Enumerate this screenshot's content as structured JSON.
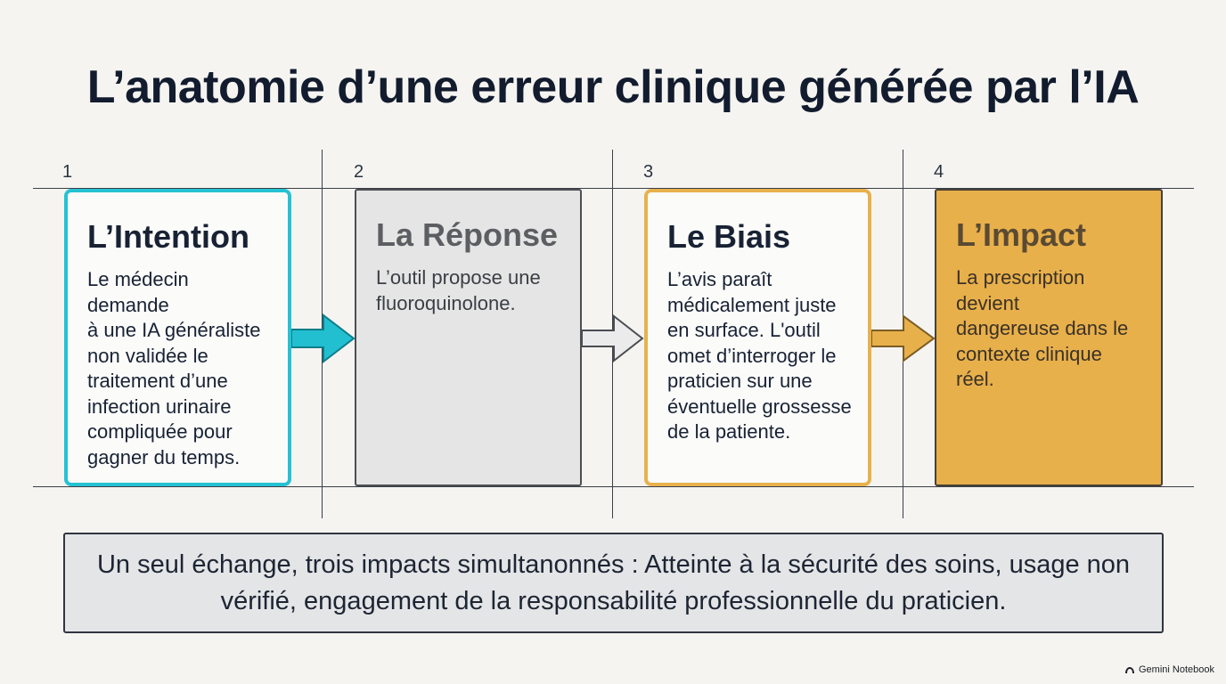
{
  "title": "L’anatomie d’une erreur clinique générée par l’IA",
  "steps": [
    {
      "number": "1",
      "heading": "L’Intention",
      "body": "Le médecin demande\nà une IA généraliste\nnon validée le\ntraitement d’une\ninfection urinaire\ncompliquée pour\ngagner du temps."
    },
    {
      "number": "2",
      "heading": "La Réponse",
      "body": "L’outil propose une\nfluoroquinolone."
    },
    {
      "number": "3",
      "heading": "Le Biais",
      "body": "L’avis paraît\nmédicalement juste\nen surface. L'outil\nomet d’interroger le\npraticien sur une\néventuelle grossesse\nde la patiente."
    },
    {
      "number": "4",
      "heading": "L’Impact",
      "body": "La prescription\ndevient\ndangereuse dans le\ncontexte clinique\nréel."
    }
  ],
  "summary": "Un seul échange, trois impacts simultanonnés : Atteinte à la sécurité des soins, usage non vérifié, engagement de la responsabilité professionnelle du praticien.",
  "brand": "Gemini Notebook",
  "colors": {
    "cyan": "#25c2d3",
    "grey": "#e5e5e6",
    "amber": "#e8b04b",
    "ink": "#121c2e"
  }
}
